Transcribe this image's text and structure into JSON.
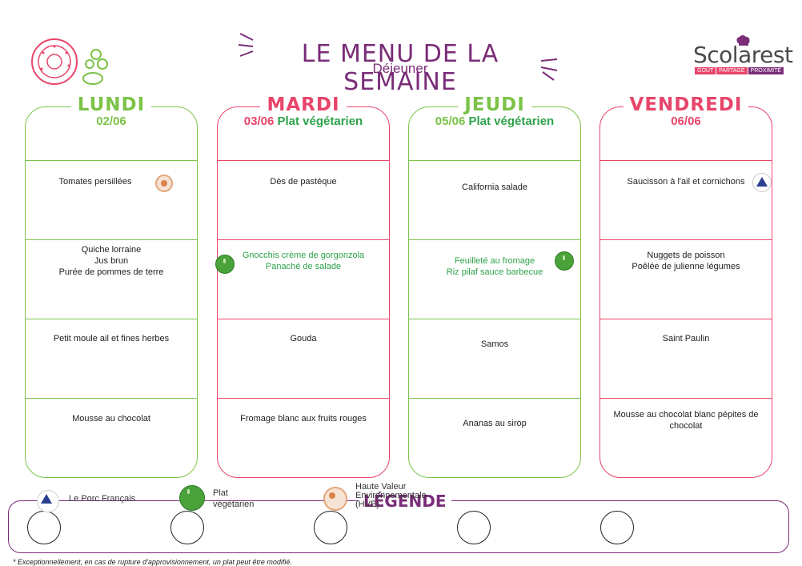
{
  "header": {
    "title": "LE MENU DE LA SEMAINE",
    "subtitle": "Déjeuner",
    "brand": "Scolarest",
    "brand_tags": [
      "GOÛT",
      "PARTAGE",
      "PROXIMITÉ"
    ]
  },
  "days": [
    {
      "name": "LUNDI",
      "date": "02/06",
      "note": "",
      "color": "#7cc348",
      "dishes": [
        "Tomates persillées",
        "Quiche lorraine\nJus brun\nPurée de pommes de terre",
        "Petit moule ail et fines herbes",
        "Mousse au chocolat"
      ]
    },
    {
      "name": "MARDI",
      "date": "03/06",
      "note": "Plat végétarien",
      "color": "#e8456a",
      "dishes": [
        "Dès de pastèque",
        "Gnocchis crème de gorgonzola\nPanaché de salade",
        "Gouda",
        "Fromage blanc aux fruits rouges"
      ]
    },
    {
      "name": "JEUDI",
      "date": "05/06",
      "note": "Plat végétarien",
      "color": "#7cc348",
      "dishes": [
        "California salade",
        "Feuilleté au fromage\nRiz pilaf sauce barbecue",
        "Samos",
        "Ananas au sirop"
      ]
    },
    {
      "name": "VENDREDI",
      "date": "06/06",
      "note": "",
      "color": "#e8456a",
      "dishes": [
        "Saucisson à l'ail et cornichons",
        "Nuggets de poisson\nPoêlée de julienne légumes",
        "Saint Paulin",
        "Mousse au chocolat blanc pépites de chocolat"
      ]
    }
  ],
  "legend": {
    "title": "LÉGENDE",
    "items": [
      "Le Porc Français",
      "Plat\nvégétarien",
      "Haute Valeur\nEnvironnementale\n(HVE)"
    ]
  },
  "footnote": "* Exceptionnellement, en cas de rupture d'approvisionnement, un plat peut être modifié.",
  "colors": {
    "purple": "#7a2c78",
    "green": "#7cc348",
    "pink": "#e8456a",
    "veg_green": "#2ea24a"
  },
  "icons": [
    "apple-slice-icon",
    "peas-icon",
    "hve-icon",
    "vegetarian-icon",
    "porc-francais-icon",
    "chef-hat-icon"
  ]
}
